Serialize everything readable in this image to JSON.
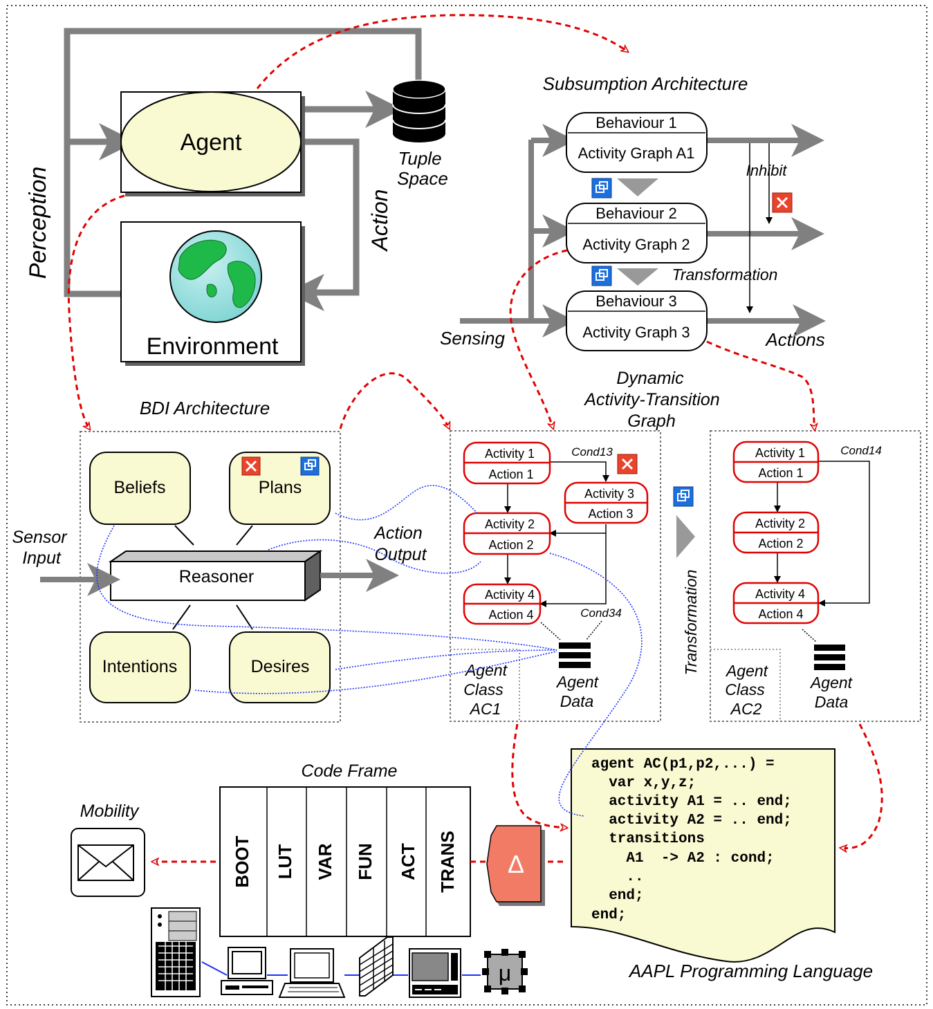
{
  "top": {
    "agent": "Agent",
    "environment": "Environment",
    "perception": "Perception",
    "action": "Action",
    "tuple_space": [
      "Tuple",
      "Space"
    ]
  },
  "subsumption": {
    "title": "Subsumption Architecture",
    "behaviours": [
      {
        "name": "Behaviour 1",
        "graph": "Activity Graph A1"
      },
      {
        "name": "Behaviour 2",
        "graph": "Activity Graph 2"
      },
      {
        "name": "Behaviour 3",
        "graph": "Activity Graph 3"
      }
    ],
    "inhibit": "Inhibit",
    "transformation": "Transformation",
    "sensing": "Sensing",
    "actions": "Actions"
  },
  "bdi": {
    "title": "BDI Architecture",
    "beliefs": "Beliefs",
    "plans": "Plans",
    "reasoner": "Reasoner",
    "intentions": "Intentions",
    "desires": "Desires",
    "sensor_input": [
      "Sensor",
      "Input"
    ],
    "action_output": [
      "Action",
      "Output"
    ]
  },
  "datg": {
    "title": [
      "Dynamic",
      "Activity-Transition",
      "Graph"
    ],
    "ac1": {
      "nodes": [
        {
          "activity": "Activity 1",
          "action": "Action 1"
        },
        {
          "activity": "Activity 3",
          "action": "Action 3"
        },
        {
          "activity": "Activity 2",
          "action": "Action 2"
        },
        {
          "activity": "Activity 4",
          "action": "Action 4"
        }
      ],
      "cond_a": "Cond13",
      "cond_b": "Cond34",
      "class_label": [
        "Agent",
        "Class",
        "AC1"
      ],
      "data_label": [
        "Agent",
        "Data"
      ]
    },
    "ac2": {
      "nodes": [
        {
          "activity": "Activity 1",
          "action": "Action 1"
        },
        {
          "activity": "Activity 2",
          "action": "Action 2"
        },
        {
          "activity": "Activity 4",
          "action": "Action 4"
        }
      ],
      "cond": "Cond14",
      "class_label": [
        "Agent",
        "Class",
        "AC2"
      ],
      "data_label": [
        "Agent",
        "Data"
      ]
    },
    "transformation": "Transformation"
  },
  "code_frame": {
    "title": "Code Frame",
    "segments": [
      "BOOT",
      "LUT",
      "VAR",
      "FUN",
      "ACT",
      "TRANS"
    ],
    "delta": "Δ",
    "mobility": "Mobility",
    "mu": "μ"
  },
  "aapl": {
    "title": "AAPL Programming Language",
    "code": [
      "agent AC(p1,p2,...) =",
      "  var x,y,z;",
      "  activity A1 = .. end;",
      "  activity A2 = .. end;",
      "  transitions",
      "    A1  -> A2 : cond;",
      "    ..",
      "  end;",
      "end;"
    ]
  }
}
